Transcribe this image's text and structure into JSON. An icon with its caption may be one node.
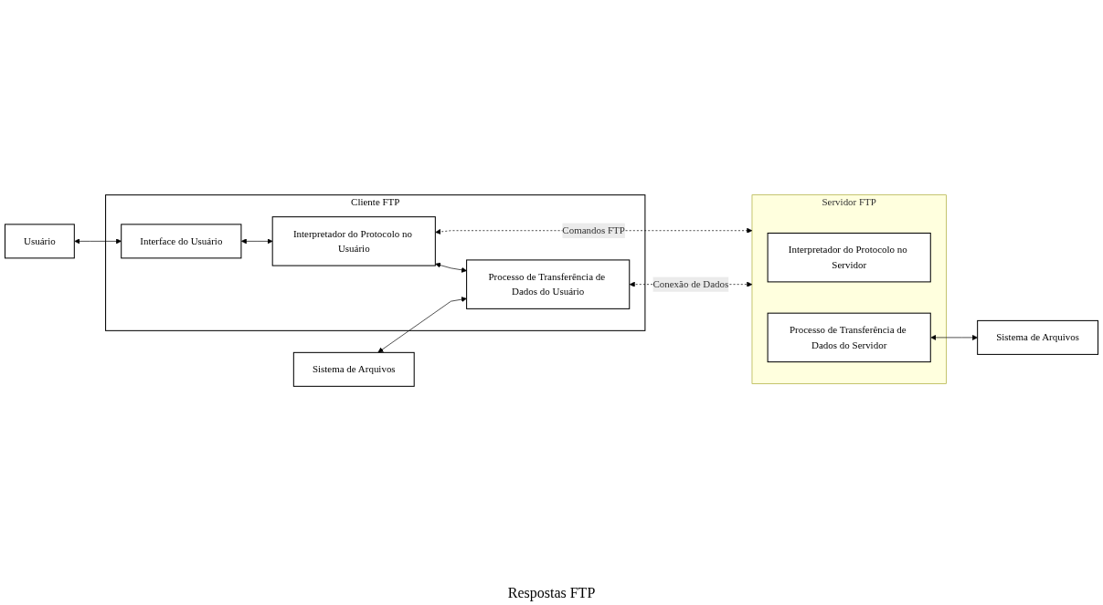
{
  "diagram": {
    "nodes": [
      {
        "text": [
          "Usuário"
        ]
      },
      {
        "text": [
          "Cliente FTP"
        ]
      },
      {
        "text": [
          "Interface do Usuário"
        ],
        "in": 1
      },
      {
        "text": [
          "Interpretador do Protocolo no Usuário"
        ],
        "in": 1
      },
      {
        "text": [
          "Processo de Transferência de Dados do Usuário"
        ],
        "in": 1
      },
      {
        "text": [
          "Sistema de Arquivos"
        ]
      },
      {
        "text": [
          "Servidor FTP"
        ]
      },
      {
        "text": [
          "Interpretador do Protocolo no Servidor"
        ],
        "in": 6
      },
      {
        "text": [
          "Processo de Transferência de Dados do Servidor"
        ],
        "in": 6
      },
      {
        "text": [
          "Sistema de Arquivos"
        ]
      }
    ],
    "edges": [
      {
        "from": 0,
        "to": 2,
        "arrow": "both"
      },
      {
        "from": 2,
        "to": 3,
        "arrow": "both"
      },
      {
        "from": 3,
        "to": 4,
        "arrow": "both"
      },
      {
        "from": 5,
        "to": 4,
        "arrow": "both"
      },
      {
        "from": 3,
        "to": 6,
        "arrow": "both",
        "style": "dashed",
        "label": "Comandos FTP"
      },
      {
        "from": 4,
        "to": 6,
        "arrow": "both",
        "style": "dashed",
        "label": "Conexão de Dados"
      },
      {
        "from": 8,
        "to": 9,
        "arrow": "both"
      }
    ],
    "labels": [
      "Respostas FTP"
    ]
  }
}
